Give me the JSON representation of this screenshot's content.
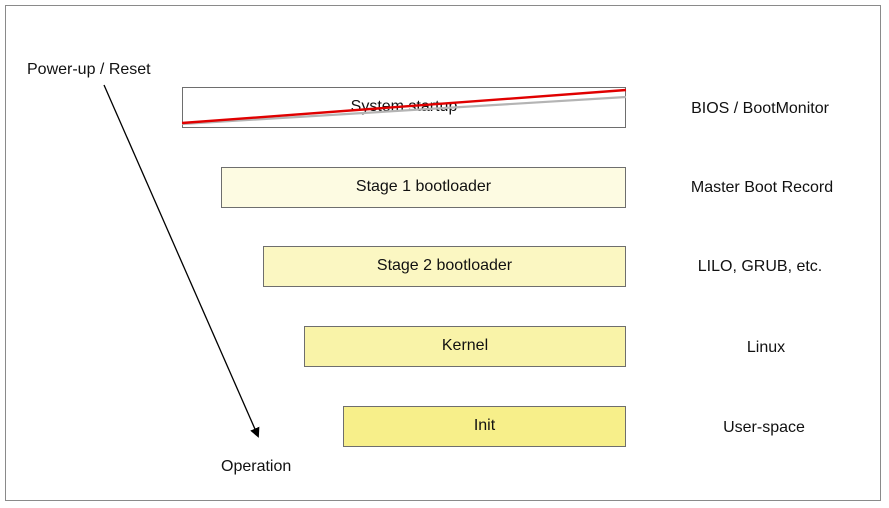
{
  "diagram": {
    "start_label": "Power-up / Reset",
    "end_label": "Operation",
    "stages": [
      {
        "label": "System startup",
        "side_label": "BIOS / BootMonitor",
        "fill": "#ffffff",
        "struck_out": true
      },
      {
        "label": "Stage 1 bootloader",
        "side_label": "Master Boot Record",
        "fill": "#fdfbe2"
      },
      {
        "label": "Stage 2 bootloader",
        "side_label": "LILO, GRUB, etc.",
        "fill": "#fbf7c2"
      },
      {
        "label": "Kernel",
        "side_label": "Linux",
        "fill": "#f9f3a8"
      },
      {
        "label": "Init",
        "side_label": "User-space",
        "fill": "#f7ef8a"
      }
    ],
    "colors": {
      "border": "#6e6e6e",
      "arrow": "#000000",
      "strike_red": "#e00000",
      "strike_gray": "#b4b4b4"
    }
  }
}
